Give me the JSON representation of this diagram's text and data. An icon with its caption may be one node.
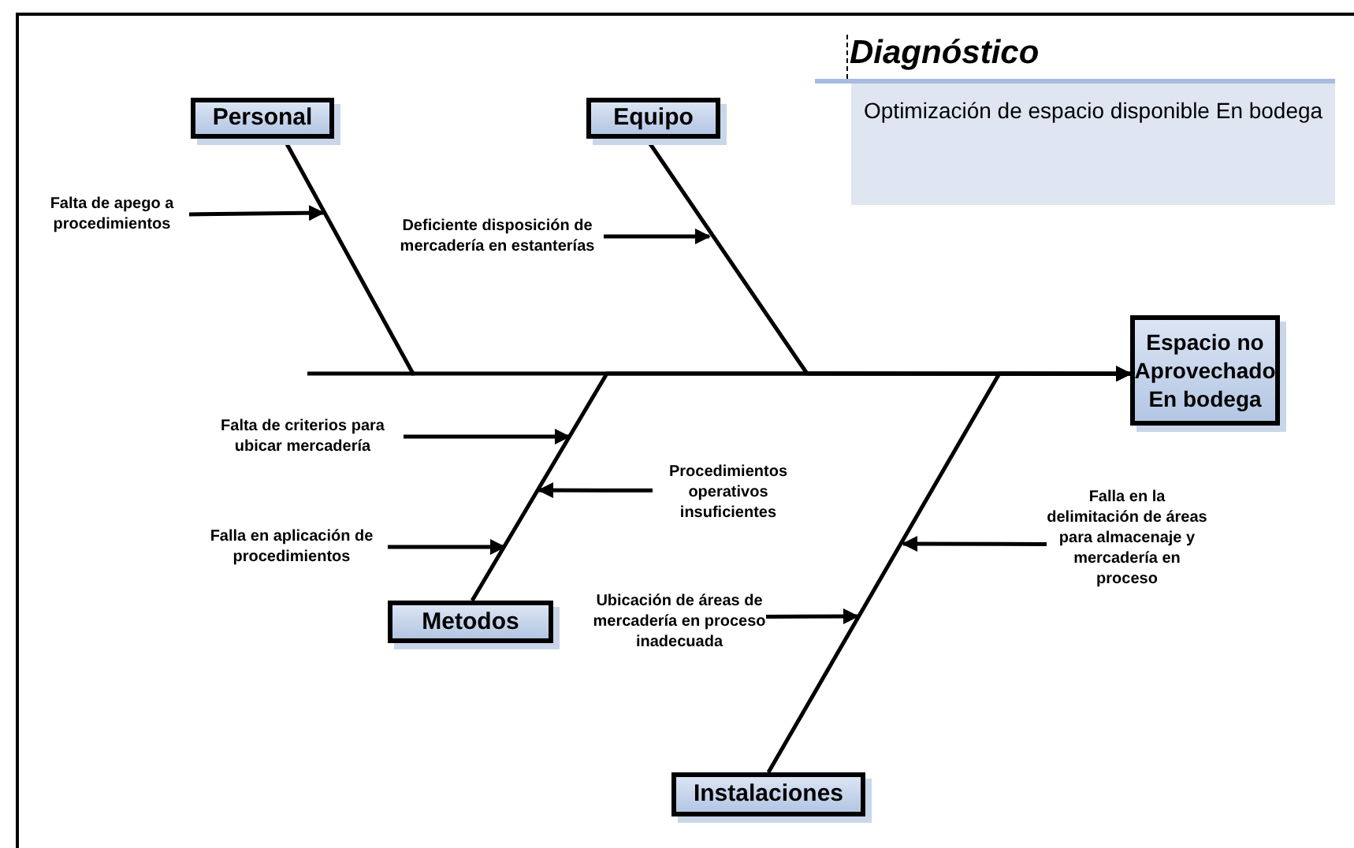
{
  "diagram": {
    "nodes": [
      {
        "text": [
          "Diagnóstico",
          "Optimización de espacio disponible En bodega"
        ]
      },
      {
        "text": [
          "Personal"
        ]
      },
      {
        "text": [
          "Equipo"
        ]
      },
      {
        "text": [
          "Metodos"
        ]
      },
      {
        "text": [
          "Instalaciones"
        ]
      },
      {
        "text": [
          "Espacio no Aprovechado En bodega"
        ]
      },
      {
        "text": [
          "Falta de apego a procedimientos"
        ]
      },
      {
        "text": [
          "Deficiente disposición de mercadería en estanterías"
        ]
      },
      {
        "text": [
          "Falta de criterios para ubicar mercadería"
        ]
      },
      {
        "text": [
          "Procedimientos operativos insuficientes"
        ]
      },
      {
        "text": [
          "Falla en aplicación de procedimientos"
        ]
      },
      {
        "text": [
          "Ubicación de áreas de mercadería en proceso inadecuada"
        ]
      },
      {
        "text": [
          "Falla en la delimitación de áreas para almacenaje y mercadería en proceso"
        ]
      }
    ],
    "edges": [
      {
        "from": 1,
        "to": 5,
        "arrow": "to"
      },
      {
        "from": 2,
        "to": 5,
        "arrow": "to"
      },
      {
        "from": 3,
        "to": 5,
        "arrow": "to"
      },
      {
        "from": 4,
        "to": 5,
        "arrow": "to"
      },
      {
        "from": 6,
        "to": null,
        "arrow": "to"
      },
      {
        "from": 7,
        "to": null,
        "arrow": "to"
      },
      {
        "from": 8,
        "to": null,
        "arrow": "to"
      },
      {
        "from": 9,
        "to": null,
        "arrow": "to"
      },
      {
        "from": 10,
        "to": null,
        "arrow": "to"
      },
      {
        "from": 11,
        "to": null,
        "arrow": "to"
      },
      {
        "from": 12,
        "to": null,
        "arrow": "to"
      }
    ]
  }
}
